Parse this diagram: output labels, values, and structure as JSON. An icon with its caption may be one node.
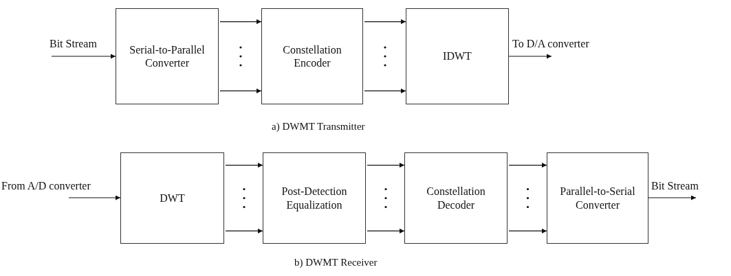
{
  "diagram": {
    "nodes": [
      {
        "text": [
          "Serial-to-Parallel Converter"
        ]
      },
      {
        "text": [
          "Constellation Encoder"
        ]
      },
      {
        "text": [
          "IDWT"
        ]
      },
      {
        "text": [
          "DWT"
        ]
      },
      {
        "text": [
          "Post-Detection Equalization"
        ]
      },
      {
        "text": [
          "Constellation Decoder"
        ]
      },
      {
        "text": [
          "Parallel-to-Serial Converter"
        ]
      }
    ],
    "edges": [
      {
        "from": null,
        "to": 0,
        "arrow": "to",
        "label": "Bit Stream"
      },
      {
        "from": 0,
        "to": 1,
        "arrow": "to"
      },
      {
        "from": 0,
        "to": 1,
        "arrow": "to"
      },
      {
        "from": 1,
        "to": 2,
        "arrow": "to"
      },
      {
        "from": 1,
        "to": 2,
        "arrow": "to"
      },
      {
        "from": 2,
        "to": null,
        "arrow": "to",
        "label": "To D/A converter"
      },
      {
        "from": null,
        "to": 3,
        "arrow": "to",
        "label": "From A/D converter"
      },
      {
        "from": 3,
        "to": 4,
        "arrow": "to"
      },
      {
        "from": 3,
        "to": 4,
        "arrow": "to"
      },
      {
        "from": 4,
        "to": 5,
        "arrow": "to"
      },
      {
        "from": 4,
        "to": 5,
        "arrow": "to"
      },
      {
        "from": 5,
        "to": 6,
        "arrow": "to"
      },
      {
        "from": 5,
        "to": 6,
        "arrow": "to"
      },
      {
        "from": 6,
        "to": null,
        "arrow": "to",
        "label": "Bit Stream"
      }
    ],
    "labels": [
      "a) DWMT Transmitter",
      "b) DWMT Receiver"
    ]
  }
}
